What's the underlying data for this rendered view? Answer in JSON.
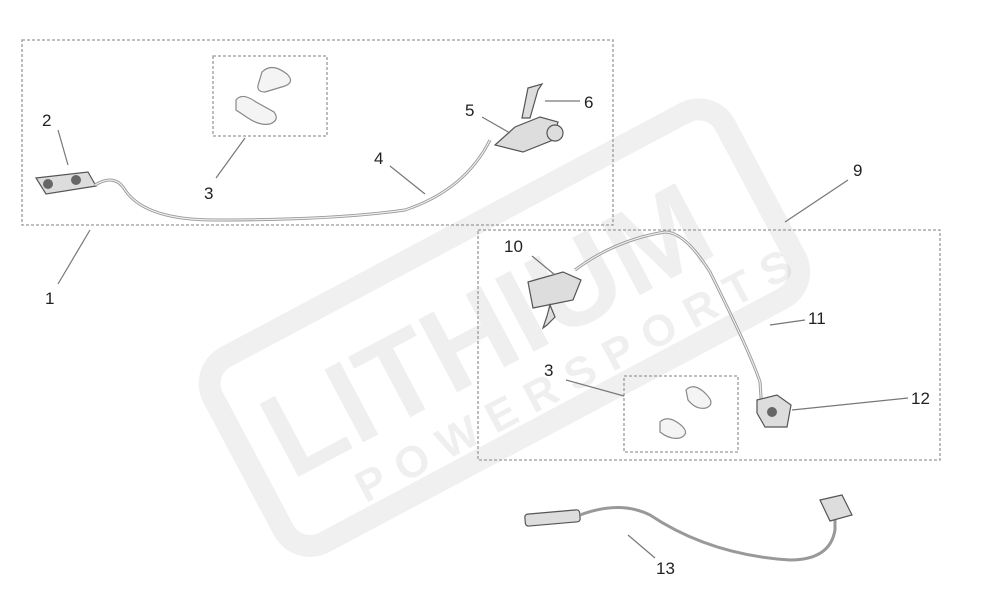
{
  "watermark": {
    "brand": "LITHIUM",
    "tagline": "POWERSPORTS"
  },
  "callouts": [
    {
      "id": "1",
      "label": "1"
    },
    {
      "id": "2",
      "label": "2"
    },
    {
      "id": "3a",
      "label": "3"
    },
    {
      "id": "4",
      "label": "4"
    },
    {
      "id": "5",
      "label": "5"
    },
    {
      "id": "6",
      "label": "6"
    },
    {
      "id": "9",
      "label": "9"
    },
    {
      "id": "10",
      "label": "10"
    },
    {
      "id": "11",
      "label": "11"
    },
    {
      "id": "3b",
      "label": "3"
    },
    {
      "id": "12",
      "label": "12"
    },
    {
      "id": "13",
      "label": "13"
    }
  ],
  "colors": {
    "line": "#777777",
    "box": "#9a9a9a",
    "text": "#222222"
  }
}
